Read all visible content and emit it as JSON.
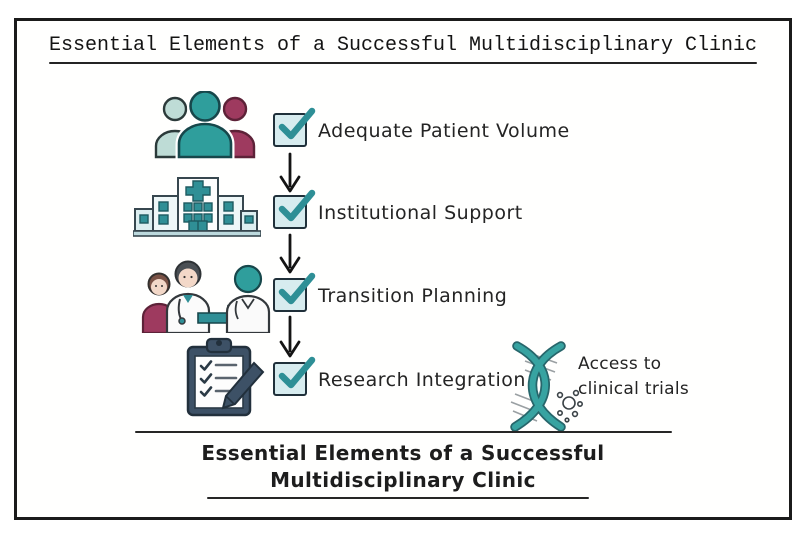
{
  "header": {
    "title": "Essential Elements of a Successful Multidisciplinary Clinic"
  },
  "flow": {
    "steps": [
      {
        "label": "Adequate Patient Volume",
        "icon": "patients-group-icon",
        "checked": true
      },
      {
        "label": "Institutional Support",
        "icon": "hospital-icon",
        "checked": true
      },
      {
        "label": "Transition Planning",
        "icon": "care-transition-icon",
        "checked": true
      },
      {
        "label": "Research Integration",
        "icon": "research-clipboard-icon",
        "checked": true
      }
    ]
  },
  "annotation": {
    "icon": "dna-icon",
    "line1": "Access to",
    "line2": "clinical trials"
  },
  "footer": {
    "title_line1": "Essential Elements of a Successful",
    "title_line2": "Multidisciplinary Clinic"
  },
  "colors": {
    "ink": "#1b1b1b",
    "teal": "#2f9e9c",
    "dark_teal": "#27666b",
    "light_teal": "#bedcd6",
    "pale_teal_fill": "#d7ecef",
    "maroon": "#9e3a5f",
    "navy": "#3d5166",
    "skin": "#f3d8c8"
  }
}
